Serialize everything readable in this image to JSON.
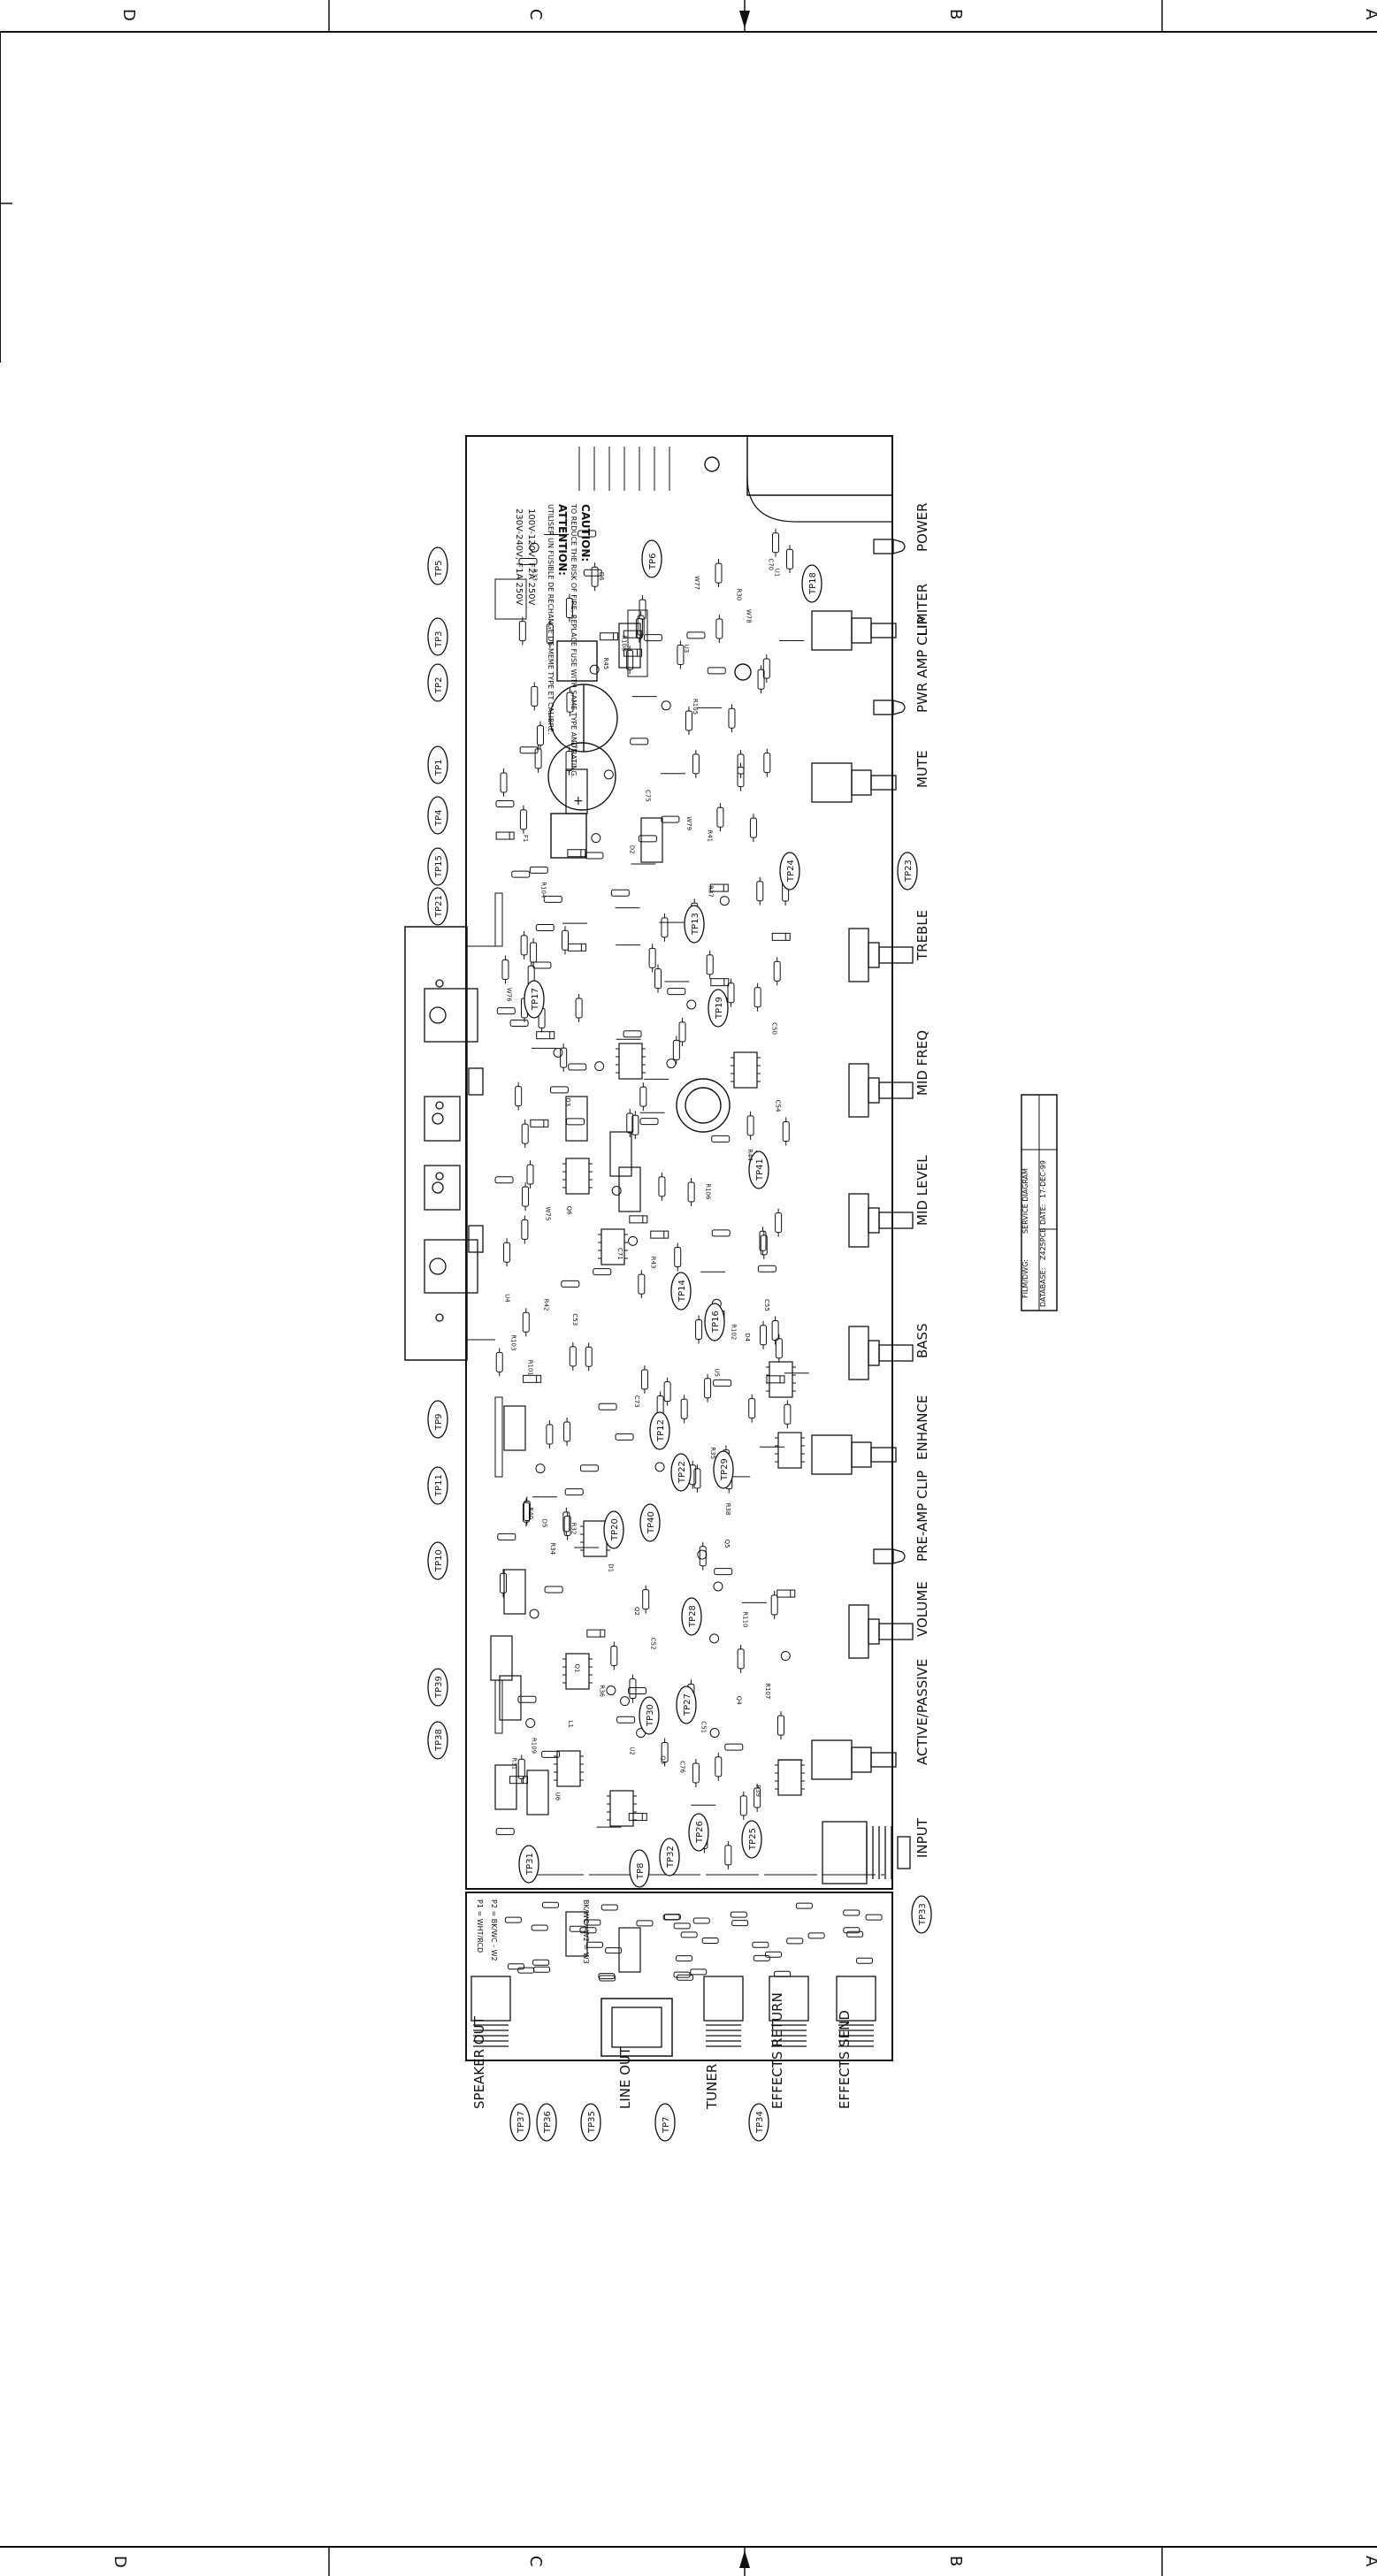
{
  "frame": {
    "zone_letters_top": [
      "D",
      "C",
      "B",
      "A"
    ],
    "zone_letters_bottom": [
      "D",
      "C",
      "B",
      "A"
    ]
  },
  "caution": {
    "heading_en": "CAUTION:",
    "text_en": "TO REDUCE THE RISK OF FIRE, REPLACE FUSE WITH SAME TYPE AND RATING.",
    "heading_fr": "ATTENTION:",
    "text_fr": "UTILISER UN FUSIBLE DE RECHANGE DE MEME TYPE ET CALIBRE.",
    "fuse_low": "100V-120V; F2A 250V",
    "fuse_high": "230V-240V; F1A 250V"
  },
  "controls": [
    "POWER",
    "LIMITER",
    "PWR AMP CLIP",
    "MUTE",
    "TREBLE",
    "MID FREQ",
    "MID LEVEL",
    "BASS",
    "ENHANCE",
    "PRE-AMP CLIP",
    "VOLUME",
    "ACTIVE/PASSIVE",
    "INPUT"
  ],
  "jacks": [
    "SPEAKER OUT",
    "LINE OUT",
    "TUNER",
    "EFFECTS RETURN",
    "EFFECTS SEND"
  ],
  "title_block": {
    "film_label": "FILM/DWG:",
    "film_value": "SERVICE DIAGRAM",
    "database_label": "DATABASE:",
    "database_value": "Z425PCB",
    "date_label": "DATE:",
    "date_value": "17-DEC-99"
  },
  "test_points": {
    "left": [
      "TP5",
      "TP3",
      "TP2",
      "TP1",
      "TP4",
      "TP15",
      "TP21",
      "TP9",
      "TP11",
      "TP10",
      "TP39",
      "TP38"
    ],
    "inner": [
      "TP6",
      "TP18",
      "TP13",
      "TP17",
      "TP19",
      "TP24",
      "TP23",
      "TP41",
      "TP14",
      "TP16",
      "TP12",
      "TP22",
      "TP20",
      "TP40",
      "TP29",
      "TP28",
      "TP30",
      "TP27",
      "TP26",
      "TP25",
      "TP32",
      "TP8",
      "TP31",
      "TP33"
    ],
    "bottom": [
      "TP37",
      "TP36",
      "TP35",
      "TP7",
      "TP34"
    ]
  },
  "wiring_notes": [
    "P1 = WHT/RCD",
    "P2 = BK/WC - W2",
    "BK/WC - W2 = W3"
  ],
  "component_refs": [
    "C70",
    "C71",
    "C72",
    "C73",
    "C75",
    "C76",
    "R101",
    "R102",
    "R103",
    "R104",
    "R105",
    "R106",
    "R107",
    "R108",
    "R109",
    "R110",
    "D1",
    "D2",
    "D3",
    "D4",
    "D5",
    "D6",
    "Q1",
    "Q2",
    "Q3",
    "Q4",
    "Q5",
    "Q6",
    "U1",
    "U2",
    "U3",
    "U4",
    "U5",
    "U6",
    "L1",
    "F1",
    "W75",
    "W76",
    "W77",
    "W78",
    "W79",
    "C50",
    "C51",
    "C52",
    "C53",
    "C54",
    "C55",
    "R30",
    "R31",
    "R32",
    "R33",
    "R34",
    "R35",
    "R36",
    "R37",
    "R38",
    "R39",
    "R40",
    "R41",
    "R42",
    "R43",
    "R44",
    "R45"
  ],
  "colors": {
    "ink": "#111111",
    "paper": "#ffffff"
  }
}
